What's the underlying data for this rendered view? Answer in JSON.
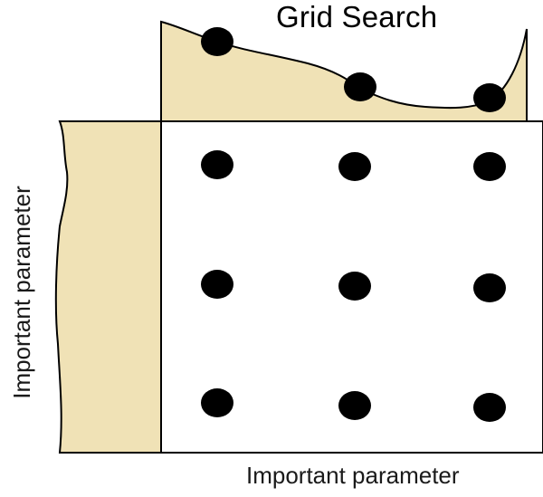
{
  "diagram": {
    "title": "Grid Search",
    "x_axis_label": "Important parameter",
    "y_axis_label": "Important parameter",
    "grid": {
      "rows": 3,
      "columns": 3
    },
    "colors": {
      "fill": "#f0e2b6",
      "outline": "#000000",
      "point": "#000000",
      "background": "#ffffff"
    }
  }
}
